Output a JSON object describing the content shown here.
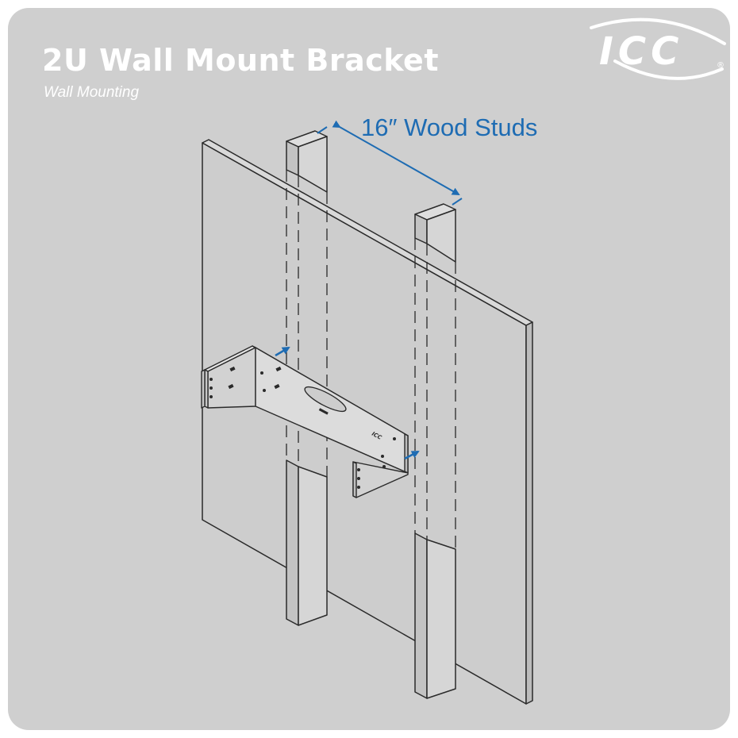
{
  "header": {
    "title": "2U Wall Mount Bracket",
    "subtitle": "Wall Mounting"
  },
  "logo": {
    "text": "ICC",
    "registered_mark": "®"
  },
  "diagram": {
    "dimension_label": "16″ Wood Studs",
    "bracket_label": "ICC"
  },
  "colors": {
    "background": "#cfcfcf",
    "title_text": "#ffffff",
    "accent_blue": "#1e6cb3",
    "line": "#2a2a2a",
    "panel_fill": "#cdcdcd"
  },
  "icons": [
    "icc-logo",
    "arrow-icon"
  ]
}
